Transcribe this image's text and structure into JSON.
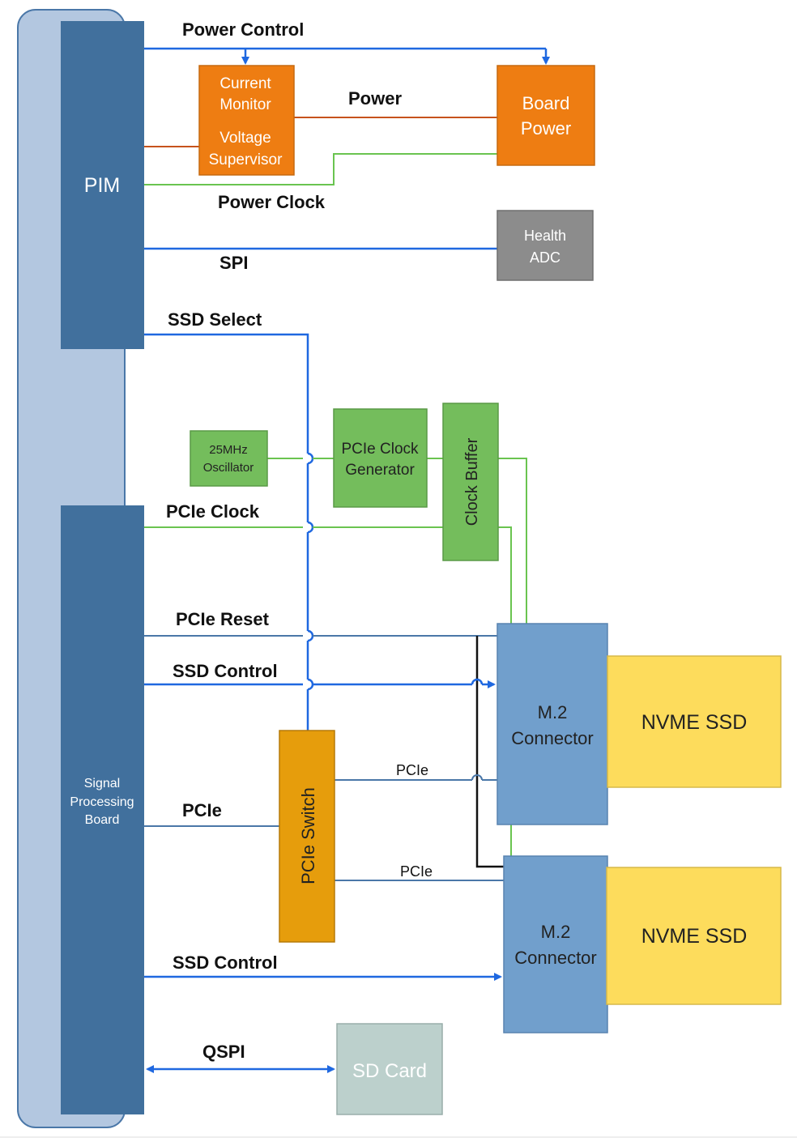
{
  "colors": {
    "frame": "#b3c7e0",
    "board_blue": "#41709d",
    "orange": "#ee7d12",
    "grey": "#8c8c8c",
    "green": "#74bd5c",
    "gold": "#e69d0c",
    "connector_blue": "#719fcc",
    "ssd_yellow": "#fddc5c",
    "sd_card": "#bcd0cc",
    "signal_blue": "#1f68e0",
    "power_red": "#c7531c",
    "clock_green": "#6ac450",
    "pcie_line": "#4a77a8"
  },
  "blocks": {
    "pim": "PIM",
    "spb": [
      "Signal",
      "Processing",
      "Board"
    ],
    "current_monitor": [
      "Current",
      "Monitor"
    ],
    "voltage_supervisor": [
      "Voltage",
      "Supervisor"
    ],
    "board_power": [
      "Board",
      "Power"
    ],
    "health_adc": [
      "Health",
      "ADC"
    ],
    "oscillator": [
      "25MHz",
      "Oscillator"
    ],
    "pcie_clock_gen": [
      "PCIe Clock",
      "Generator"
    ],
    "clock_buffer": "Clock Buffer",
    "pcie_switch": "PCIe Switch",
    "m2_top": [
      "M.2",
      "Connector"
    ],
    "m2_bottom": [
      "M.2",
      "Connector"
    ],
    "nvme_top": "NVME SSD",
    "nvme_bottom": "NVME SSD",
    "sd_card": "SD Card"
  },
  "signals": {
    "power_control": "Power Control",
    "power": "Power",
    "power_clock": "Power Clock",
    "spi": "SPI",
    "ssd_select": "SSD Select",
    "pcie_clock": "PCIe Clock",
    "pcie_reset": "PCIe Reset",
    "ssd_control_top": "SSD Control",
    "pcie_in": "PCIe",
    "pcie_out_top": "PCIe",
    "pcie_out_bottom": "PCIe",
    "ssd_control_bottom": "SSD Control",
    "qspi": "QSPI"
  }
}
